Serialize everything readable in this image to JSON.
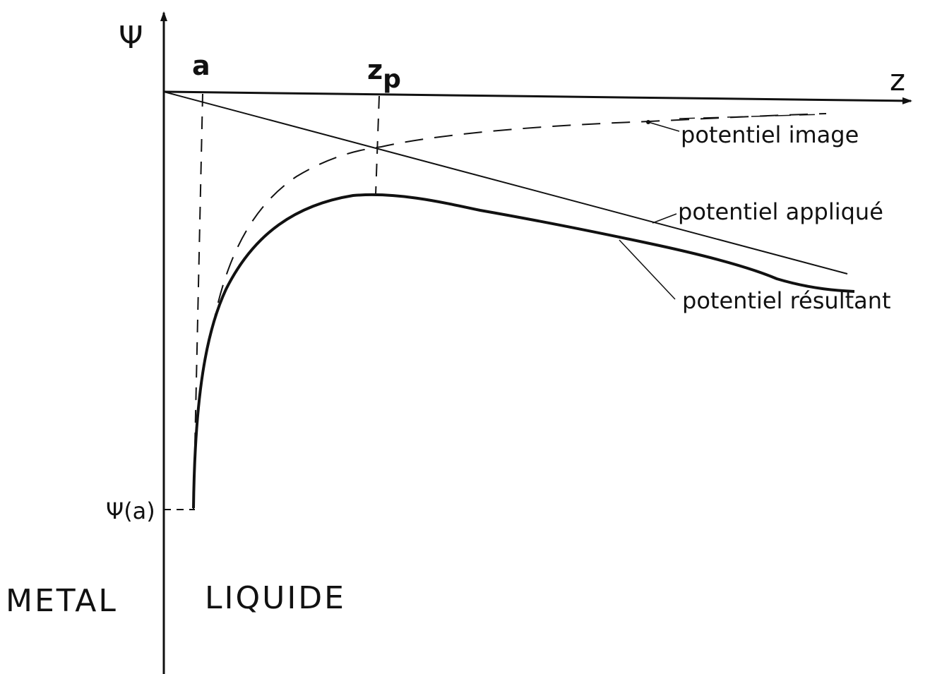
{
  "axes": {
    "y_label": "Ψ",
    "x_label": "z",
    "tick_a": "a",
    "tick_zp_main": "z",
    "tick_zp_sub": "p",
    "psi_a": "Ψ(a)"
  },
  "regions": {
    "left": "METAL",
    "right": "LIQUIDE"
  },
  "curves": {
    "image": "potentiel image",
    "applied": "potentiel appliqué",
    "resultant": "potentiel résultant"
  }
}
